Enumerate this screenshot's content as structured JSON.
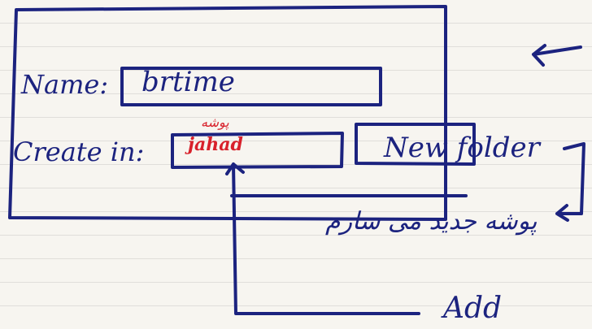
{
  "dialog": {
    "name_label": "Name:",
    "name_value": "brtime",
    "create_in_label": "Create in:",
    "folder_value_rtl": "پوشه",
    "folder_value_ltr": "jahad",
    "new_folder_button": "New folder"
  },
  "annotations": {
    "note_persian": "پوشه جدید می سازم",
    "add_label": "Add"
  },
  "colors": {
    "ink": "#1c237f",
    "red_ink": "#d8212b",
    "paper": "#f7f5f0"
  }
}
